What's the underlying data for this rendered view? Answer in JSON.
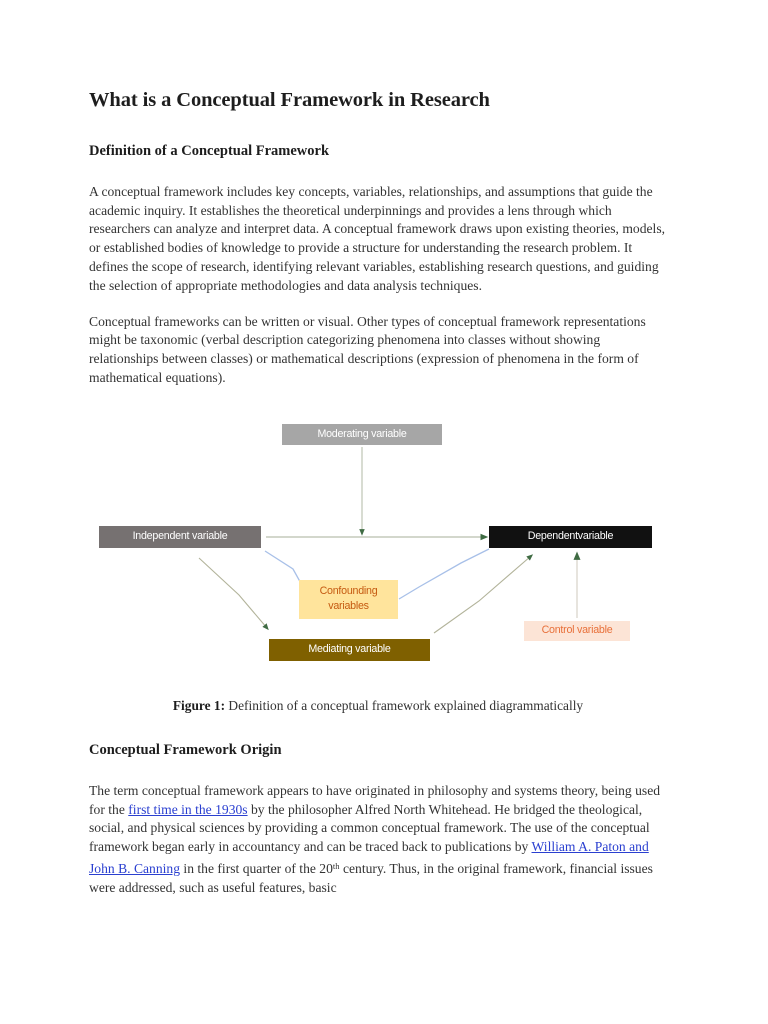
{
  "document": {
    "title": "What is a Conceptual Framework in Research",
    "sections": [
      {
        "heading": "Definition of a Conceptual Framework",
        "paragraphs": [
          "A conceptual framework includes key concepts, variables, relationships, and assumptions that guide the academic inquiry. It establishes the theoretical underpinnings and provides a lens through which researchers can analyze and interpret data. A conceptual framework draws upon existing theories, models, or established bodies of knowledge to provide a structure for understanding the research problem. It defines the scope of research, identifying relevant variables, establishing research questions, and guiding the selection of appropriate methodologies and data analysis techniques.",
          "Conceptual frameworks can be written or visual. Other types of conceptual framework representations might be taxonomic (verbal description categorizing phenomena into classes without showing relationships between classes) or mathematical descriptions (expression of phenomena in the form of mathematical equations)."
        ]
      },
      {
        "heading": "Conceptual Framework Origin",
        "paragraph_parts": {
          "part1": "The term conceptual framework appears to have originated in philosophy and systems theory, being used for the ",
          "link1": "first time in the 1930s",
          "part2": " by the philosopher Alfred North Whitehead. He bridged the theological, social, and physical sciences by providing a common conceptual framework. The use of the conceptual framework began early in accountancy and can be traced back to publications by ",
          "link2": "William A. Paton and John B. Canning",
          "part3": " in the first quarter of the 20",
          "ordinal": "th",
          "part4": " century. Thus, in the original framework, financial issues were addressed, such as useful features, basic"
        }
      }
    ]
  },
  "figure": {
    "caption_label": "Figure 1:",
    "caption_text": " Definition of a conceptual framework explained diagrammatically",
    "nodes": {
      "moderating": {
        "label": "Moderating variable",
        "fill": "#a6a6a6",
        "text_color": "#ffffff"
      },
      "independent": {
        "label": "Independent variable",
        "fill": "#767171",
        "text_color": "#ffffff"
      },
      "dependent": {
        "label": "Dependentvariable",
        "fill": "#111111",
        "text_color": "#ffffff"
      },
      "confounding": {
        "label": "Confounding\nvariables",
        "fill": "#ffe49c",
        "text_color": "#c55a11"
      },
      "mediating": {
        "label": "Mediating variable",
        "fill": "#7f6000",
        "text_color": "#ffffff"
      },
      "control": {
        "label": "Control variable",
        "fill": "#fce4d6",
        "text_color": "#e8703a"
      }
    },
    "edge_colors": {
      "main": "#b9bfae",
      "confounding": "#a8c0e8",
      "mediating": "#b2b39a",
      "arrowhead": "#3f6b43"
    }
  }
}
